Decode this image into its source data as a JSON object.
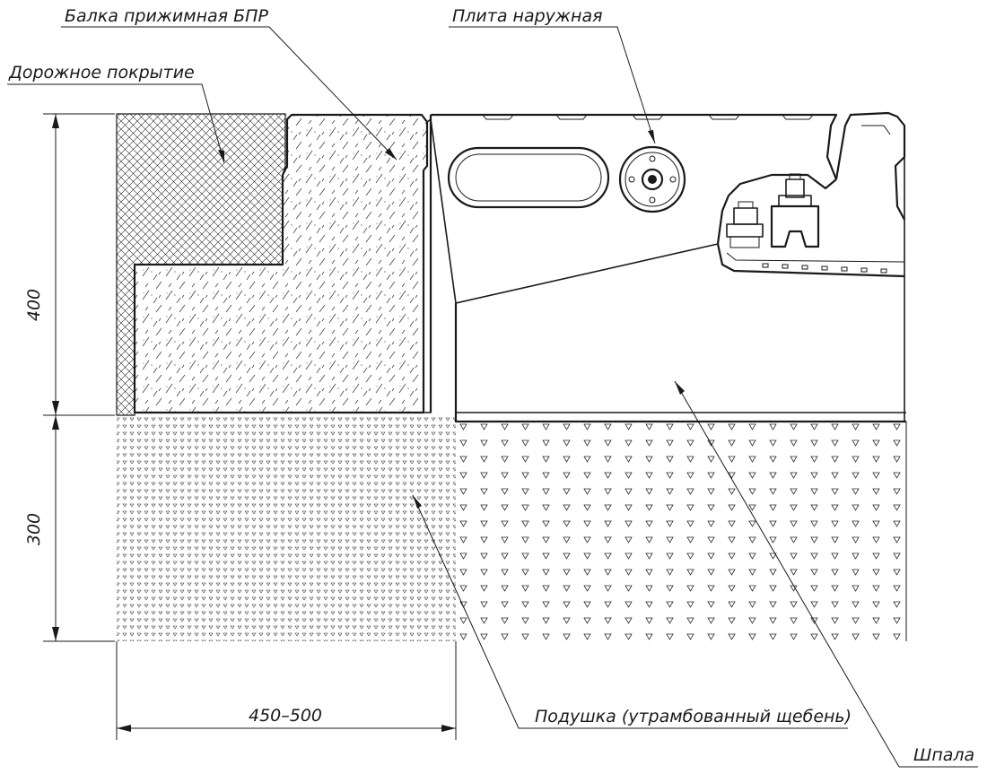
{
  "labels": {
    "beam": "Балка прижимная БПР",
    "road_surface": "Дорожное покрытие",
    "outer_plate": "Плита наружная",
    "cushion": "Подушка (утрамбованный щебень)",
    "sleeper": "Шпала"
  },
  "dimensions": {
    "upper_height": "400",
    "lower_height": "300",
    "width": "450–500"
  },
  "colors": {
    "line": "#1a1a1a",
    "background": "#ffffff"
  }
}
